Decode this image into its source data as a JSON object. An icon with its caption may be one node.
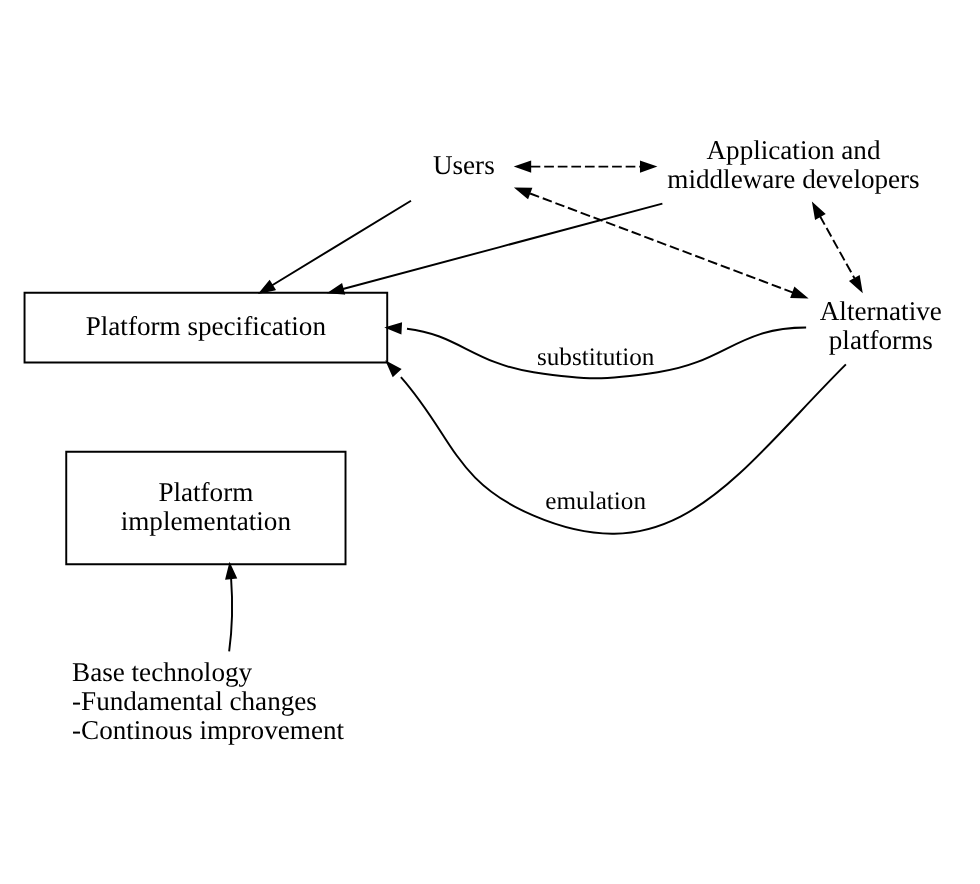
{
  "diagram": {
    "nodes": [
      {
        "text": [
          "Users"
        ]
      },
      {
        "text": [
          "Application and middleware developers"
        ]
      },
      {
        "text": [
          "Platform specification"
        ]
      },
      {
        "text": [
          "Platform implementation"
        ]
      },
      {
        "text": [
          "Alternative platforms"
        ]
      },
      {
        "text": [
          "Base technology",
          "-Fundamental changes",
          "-Continous improvement"
        ]
      }
    ],
    "edges": [
      {
        "from": 0,
        "to": 1,
        "arrow": "both",
        "style": "dashed"
      },
      {
        "from": 0,
        "to": 2,
        "arrow": "to"
      },
      {
        "from": 1,
        "to": 2,
        "arrow": "to"
      },
      {
        "from": 0,
        "to": 4,
        "arrow": "both",
        "style": "dashed"
      },
      {
        "from": 1,
        "to": 4,
        "arrow": "both",
        "style": "dashed"
      },
      {
        "from": 4,
        "to": 2,
        "arrow": "to",
        "label": "substitution"
      },
      {
        "from": 4,
        "to": 2,
        "arrow": "to",
        "label": "emulation"
      },
      {
        "from": 5,
        "to": 3,
        "arrow": "to"
      }
    ]
  }
}
